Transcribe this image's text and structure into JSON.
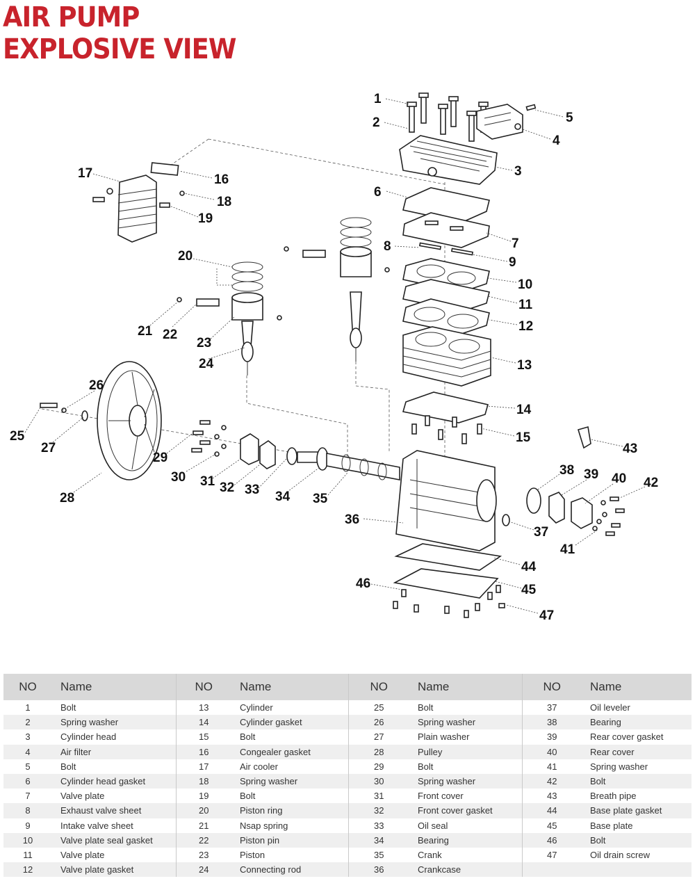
{
  "title": {
    "line1": "AIR PUMP",
    "line2": "EXPLOSIVE VIEW"
  },
  "diagram": {
    "callouts": [
      "1",
      "2",
      "3",
      "4",
      "5",
      "6",
      "7",
      "8",
      "9",
      "10",
      "11",
      "12",
      "13",
      "14",
      "15",
      "16",
      "17",
      "18",
      "19",
      "20",
      "21",
      "22",
      "23",
      "24",
      "25",
      "26",
      "27",
      "28",
      "29",
      "30",
      "31",
      "32",
      "33",
      "34",
      "35",
      "36",
      "37",
      "38",
      "39",
      "40",
      "41",
      "42",
      "43",
      "44",
      "45",
      "46",
      "47"
    ]
  },
  "table": {
    "headers": [
      "NO",
      "Name",
      "NO",
      "Name",
      "NO",
      "Name",
      "NO",
      "Name"
    ],
    "rows": [
      [
        "1",
        "Bolt",
        "13",
        "Cylinder",
        "25",
        "Bolt",
        "37",
        "Oil leveler"
      ],
      [
        "2",
        "Spring washer",
        "14",
        "Cylinder gasket",
        "26",
        "Spring washer",
        "38",
        "Bearing"
      ],
      [
        "3",
        "Cylinder head",
        "15",
        "Bolt",
        "27",
        "Plain washer",
        "39",
        "Rear cover gasket"
      ],
      [
        "4",
        "Air filter",
        "16",
        "Congealer gasket",
        "28",
        "Pulley",
        "40",
        "Rear cover"
      ],
      [
        "5",
        "Bolt",
        "17",
        "Air cooler",
        "29",
        "Bolt",
        "41",
        "Spring washer"
      ],
      [
        "6",
        "Cylinder head gasket",
        "18",
        "Spring washer",
        "30",
        "Spring washer",
        "42",
        "Bolt"
      ],
      [
        "7",
        "Valve plate",
        "19",
        "Bolt",
        "31",
        "Front cover",
        "43",
        "Breath pipe"
      ],
      [
        "8",
        "Exhaust valve sheet",
        "20",
        "Piston ring",
        "32",
        "Front cover gasket",
        "44",
        "Base plate gasket"
      ],
      [
        "9",
        "Intake valve sheet",
        "21",
        "Nsap spring",
        "33",
        "Oil seal",
        "45",
        "Base plate"
      ],
      [
        "10",
        "Valve plate seal gasket",
        "22",
        "Piston pin",
        "34",
        "Bearing",
        "46",
        "Bolt"
      ],
      [
        "11",
        "Valve plate",
        "23",
        "Piston",
        "35",
        "Crank",
        "47",
        "Oil drain screw"
      ],
      [
        "12",
        "Valve plate gasket",
        "24",
        "Connecting rod",
        "36",
        "Crankcase",
        "",
        ""
      ]
    ]
  }
}
